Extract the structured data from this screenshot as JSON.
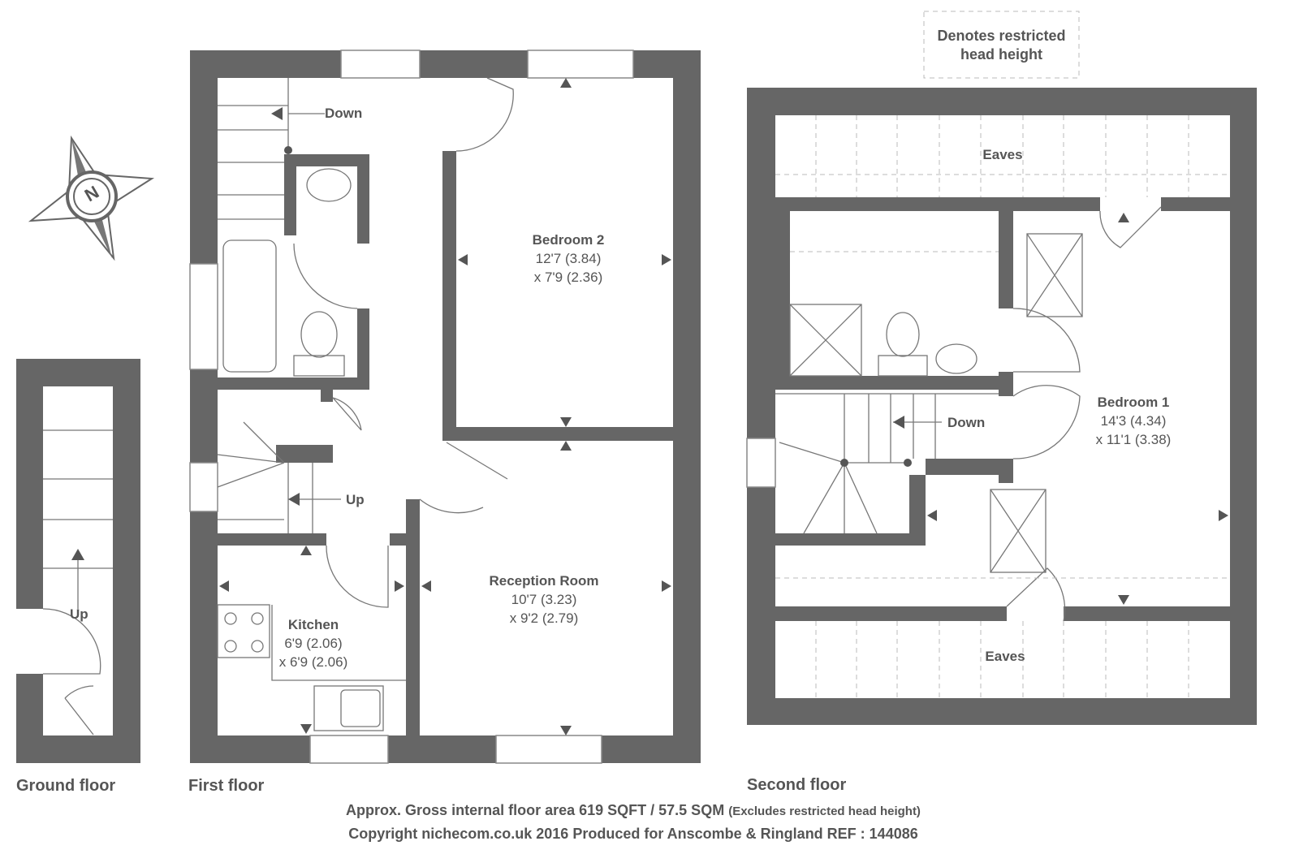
{
  "legend": {
    "line1": "Denotes restricted",
    "line2": "head height"
  },
  "floors": {
    "ground": "Ground floor",
    "first": "First floor",
    "second": "Second floor"
  },
  "rooms": {
    "bedroom2": {
      "name": "Bedroom 2",
      "dim1": "12'7 (3.84)",
      "dim2": "x 7'9 (2.36)"
    },
    "reception": {
      "name": "Reception Room",
      "dim1": "10'7 (3.23)",
      "dim2": "x 9'2 (2.79)"
    },
    "kitchen": {
      "name": "Kitchen",
      "dim1": "6'9 (2.06)",
      "dim2": "x 6'9 (2.06)"
    },
    "bedroom1": {
      "name": "Bedroom 1",
      "dim1": "14'3 (4.34)",
      "dim2": "x 11'1 (3.38)"
    },
    "eaves_top": "Eaves",
    "eaves_bottom": "Eaves"
  },
  "stairs": {
    "first_down": "Down",
    "first_up": "Up",
    "ground_up": "Up",
    "second_down": "Down"
  },
  "compass": {
    "letter": "N"
  },
  "footer": {
    "area": "Approx. Gross internal floor area 619 SQFT / 57.5 SQM",
    "area_note": "(Excludes restricted head height)",
    "copyright": "Copyright nichecom.co.uk 2016 Produced for Anscombe & Ringland REF : 144086"
  },
  "colors": {
    "wall": "#666666",
    "text": "#555555"
  }
}
